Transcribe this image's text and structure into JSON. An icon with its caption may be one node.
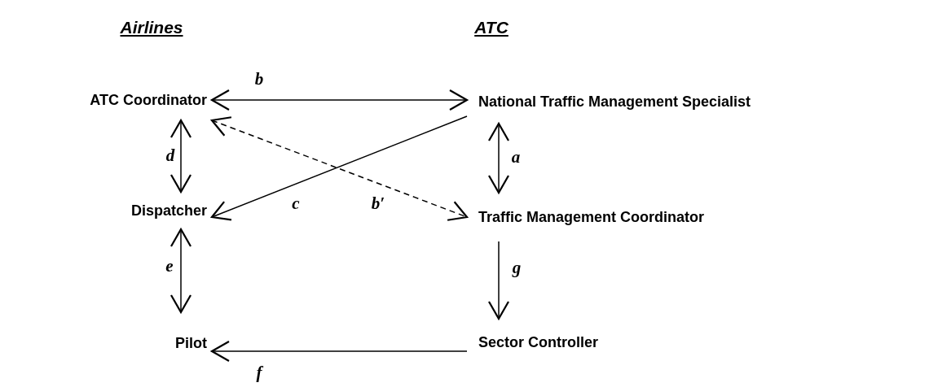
{
  "diagram": {
    "nodes": [
      {
        "text": [
          "ATC Coordinator"
        ]
      },
      {
        "text": [
          "National Traffic Management Specialist"
        ]
      },
      {
        "text": [
          "Dispatcher"
        ]
      },
      {
        "text": [
          "Traffic Management Coordinator"
        ]
      },
      {
        "text": [
          "Pilot"
        ]
      },
      {
        "text": [
          "Sector Controller"
        ]
      }
    ],
    "edges": [
      {
        "from": 0,
        "to": 1,
        "arrow": "both",
        "label": "b"
      },
      {
        "from": 0,
        "to": 3,
        "arrow": "both",
        "label": "b′",
        "style": "dashed"
      },
      {
        "from": 1,
        "to": 2,
        "arrow": "to",
        "label": "c"
      },
      {
        "from": 0,
        "to": 2,
        "arrow": "both",
        "label": "d"
      },
      {
        "from": 1,
        "to": 3,
        "arrow": "both",
        "label": "a"
      },
      {
        "from": 2,
        "to": 4,
        "arrow": "both",
        "label": "e"
      },
      {
        "from": 3,
        "to": 5,
        "arrow": "to",
        "label": "g"
      },
      {
        "from": 5,
        "to": 4,
        "arrow": "to",
        "label": "f"
      }
    ],
    "labels": [
      "Airlines",
      "ATC"
    ]
  }
}
